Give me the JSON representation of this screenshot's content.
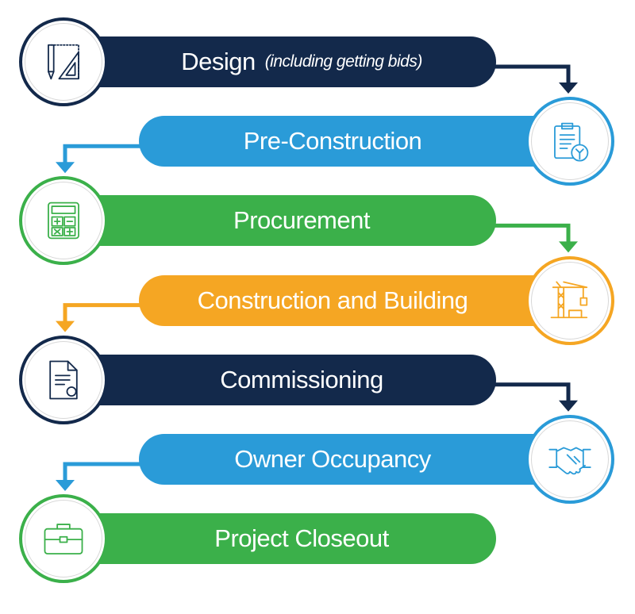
{
  "colors": {
    "navy": "#13294b",
    "blue": "#2a9bd8",
    "green": "#3bb04a",
    "orange": "#f5a623"
  },
  "steps": [
    {
      "label": "Design",
      "sublabel": "(including getting bids)",
      "color": "#13294b",
      "icon": "pencil-triangle-icon",
      "side": "left"
    },
    {
      "label": "Pre-Construction",
      "color": "#2a9bd8",
      "icon": "clipboard-clock-icon",
      "side": "right"
    },
    {
      "label": "Procurement",
      "color": "#3bb04a",
      "icon": "calculator-icon",
      "side": "left"
    },
    {
      "label": "Construction and Building",
      "color": "#f5a623",
      "icon": "crane-icon",
      "side": "right"
    },
    {
      "label": "Commissioning",
      "color": "#13294b",
      "icon": "document-seal-icon",
      "side": "left"
    },
    {
      "label": "Owner Occupancy",
      "color": "#2a9bd8",
      "icon": "handshake-icon",
      "side": "right"
    },
    {
      "label": "Project Closeout",
      "color": "#3bb04a",
      "icon": "briefcase-icon",
      "side": "left"
    }
  ]
}
